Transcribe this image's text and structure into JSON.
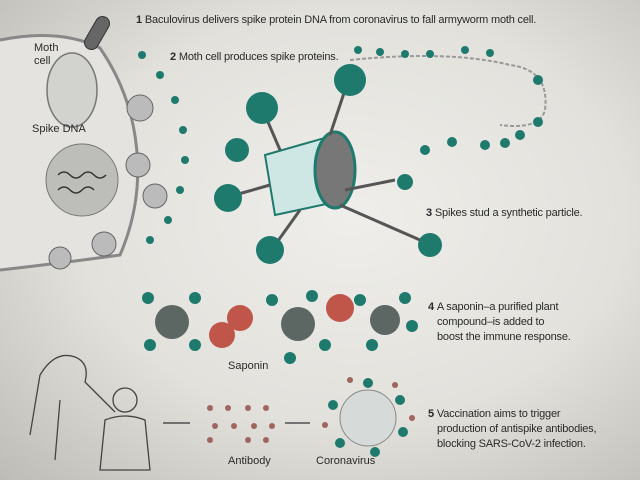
{
  "steps": [
    {
      "num": "1",
      "text": "Baculovirus delivers spike protein DNA from coronavirus to fall armyworm moth cell."
    },
    {
      "num": "2",
      "text": "Moth cell produces spike proteins."
    },
    {
      "num": "3",
      "text": "Spikes stud a synthetic particle."
    },
    {
      "num": "4",
      "lines": [
        "A saponin–a purified plant",
        "compound–is added to",
        "boost the immune response."
      ]
    },
    {
      "num": "5",
      "lines": [
        "Vaccination aims to trigger",
        "production of antispike antibodies,",
        "blocking SARS-CoV-2 infection."
      ]
    }
  ],
  "labels": {
    "moth_cell": [
      "Moth",
      "cell"
    ],
    "spike_dna": "Spike DNA",
    "saponin": "Saponin",
    "antibody": "Antibody",
    "coronavirus": "Coronavirus"
  },
  "colors": {
    "spike": "#1f7a6e",
    "saponin": "#c0564a",
    "antibody": "#a0655e",
    "particle": "#6e7a78"
  }
}
